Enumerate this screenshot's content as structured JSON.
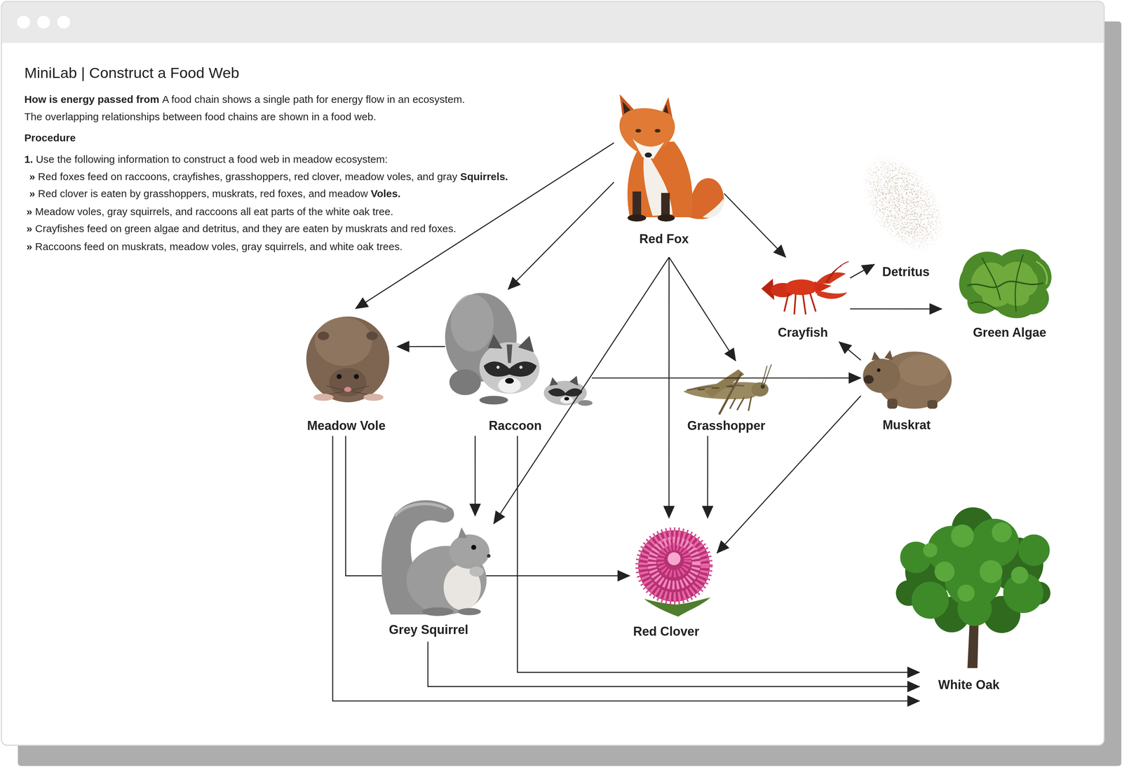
{
  "diagram": {
    "title": "MiniLab | Construct a Food Web",
    "nodes": [
      {
        "text": [
          "Red Fox"
        ]
      },
      {
        "text": [
          "Detritus"
        ]
      },
      {
        "text": [
          "Crayfish"
        ]
      },
      {
        "text": [
          "Green Algae"
        ]
      },
      {
        "text": [
          "Meadow Vole"
        ]
      },
      {
        "text": [
          "Raccoon"
        ]
      },
      {
        "text": [
          "Grasshopper"
        ]
      },
      {
        "text": [
          "Muskrat"
        ]
      },
      {
        "text": [
          "Grey Squirrel"
        ]
      },
      {
        "text": [
          "Red Clover"
        ]
      },
      {
        "text": [
          "White Oak"
        ]
      }
    ],
    "edges": [
      {
        "from": 0,
        "to": 4,
        "arrow": "to"
      },
      {
        "from": 0,
        "to": 5,
        "arrow": "to"
      },
      {
        "from": 0,
        "to": 2,
        "arrow": "to"
      },
      {
        "from": 0,
        "to": 8,
        "arrow": "to"
      },
      {
        "from": 0,
        "to": 9,
        "arrow": "to"
      },
      {
        "from": 0,
        "to": 6,
        "arrow": "to"
      },
      {
        "from": 2,
        "to": 1,
        "arrow": "to"
      },
      {
        "from": 2,
        "to": 3,
        "arrow": "to"
      },
      {
        "from": 5,
        "to": 4,
        "arrow": "to"
      },
      {
        "from": 5,
        "to": 7,
        "arrow": "to"
      },
      {
        "from": 5,
        "to": 8,
        "arrow": "to"
      },
      {
        "from": 5,
        "to": 10,
        "arrow": "to"
      },
      {
        "from": 7,
        "to": 2,
        "arrow": "to"
      },
      {
        "from": 7,
        "to": 9,
        "arrow": "to"
      },
      {
        "from": 6,
        "to": 9,
        "arrow": "to"
      },
      {
        "from": 4,
        "to": 9,
        "arrow": "to"
      },
      {
        "from": 4,
        "to": 10,
        "arrow": "to"
      },
      {
        "from": 8,
        "to": 10,
        "arrow": "to"
      }
    ],
    "labels": [
      "How is energy passed from",
      "A food chain shows a single path for energy flow in an ecosystem.",
      "The overlapping relationships between food chains are shown in a food web.",
      "Procedure",
      "1.",
      "Use the following information to construct a food web in meadow ecosystem:",
      "»",
      "Red foxes feed on raccoons, crayfishes, grasshoppers, red clover, meadow voles, and gray",
      "Squirrels.",
      "»",
      "Red clover is eaten by grasshoppers, muskrats, red foxes, and meadow",
      "Voles.",
      "»",
      "Meadow voles, gray squirrels, and raccoons all eat parts of the white oak tree.",
      "»",
      "Crayfishes feed on green algae and detritus, and they are eaten by muskrats and red foxes.",
      "»",
      "Raccoons feed on muskrats, meadow voles, gray squirrels, and white oak trees."
    ]
  }
}
